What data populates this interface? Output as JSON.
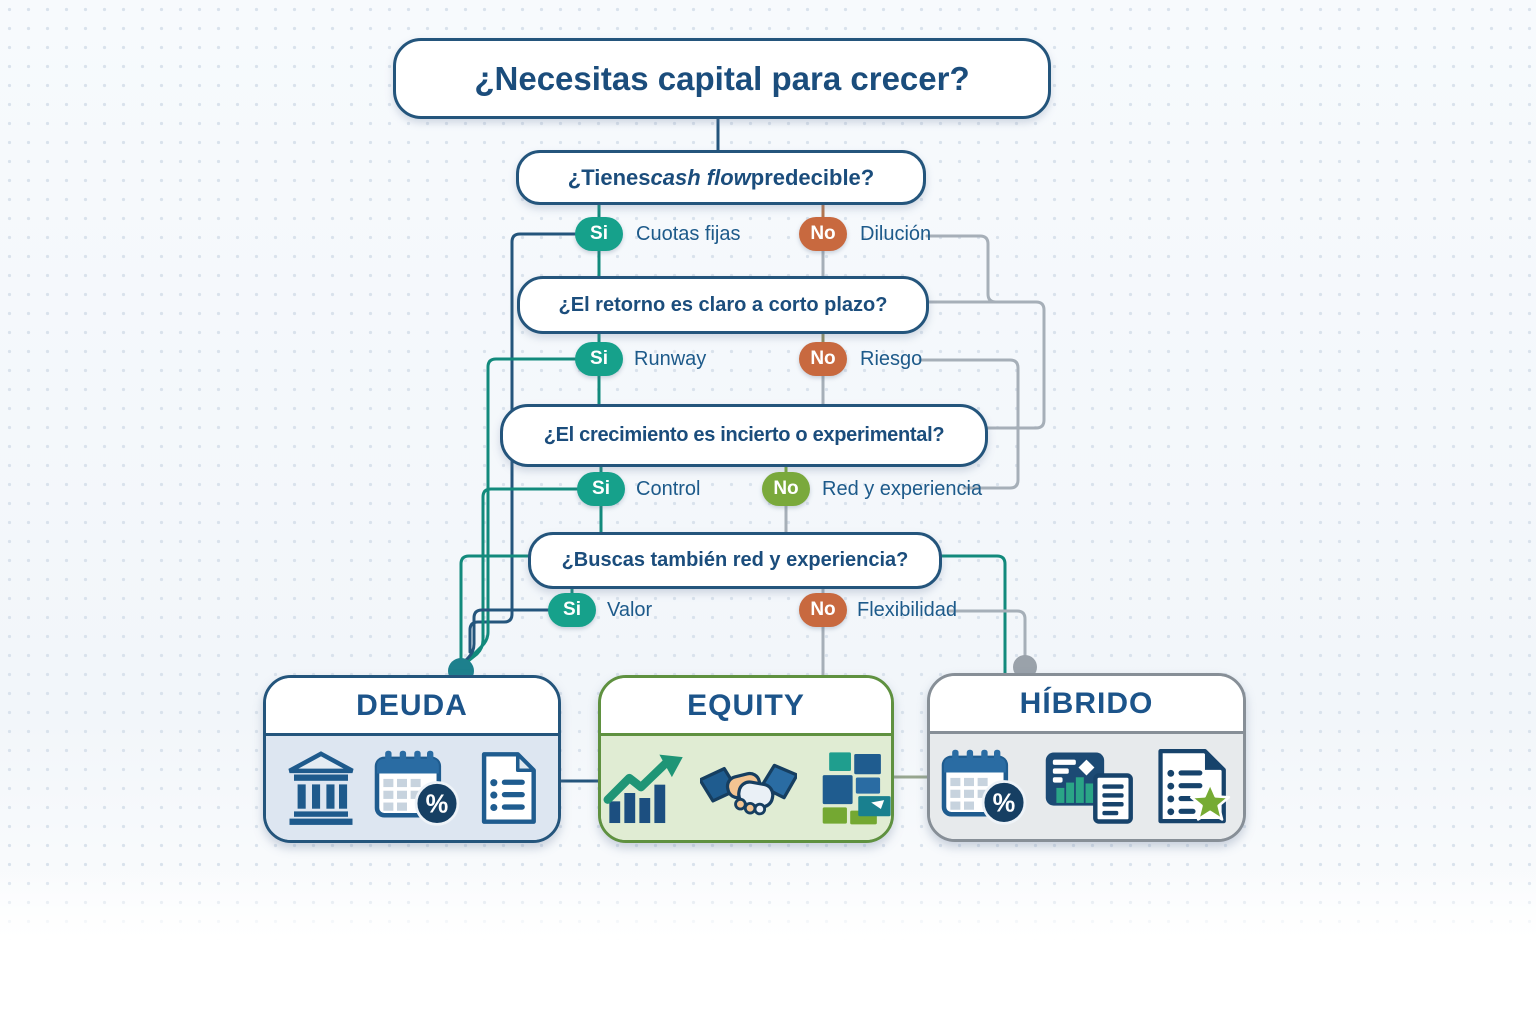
{
  "flowchart": {
    "questions": [
      {
        "text": "¿Necesitas capital para crecer?"
      },
      {
        "prefix": "¿Tienes ",
        "italic": "cash flow",
        "suffix": " predecible?"
      },
      {
        "text": "¿El retorno es claro a corto plazo?"
      },
      {
        "text": "¿El crecimiento es incierto o experimental?"
      },
      {
        "text": "¿Buscas también red y experiencia?"
      }
    ],
    "branches": [
      {
        "yes": {
          "label": "Si",
          "tag": "Cuotas fijas"
        },
        "no": {
          "label": "No",
          "tag": "Dilución"
        }
      },
      {
        "yes": {
          "label": "Si",
          "tag": "Runway"
        },
        "no": {
          "label": "No",
          "tag": "Riesgo"
        }
      },
      {
        "yes": {
          "label": "Si",
          "tag": "Control"
        },
        "no": {
          "label": "No",
          "tag": "Red y experiencia"
        }
      },
      {
        "yes": {
          "label": "Si",
          "tag": "Valor"
        },
        "no": {
          "label": "No",
          "tag": "Flexibilidad"
        }
      }
    ],
    "outcomes": [
      {
        "title": "DEUDA",
        "icons": [
          "bank-icon",
          "calendar-percent-icon",
          "checklist-icon"
        ]
      },
      {
        "title": "EQUITY",
        "icons": [
          "growth-chart-icon",
          "handshake-icon",
          "building-blocks-icon"
        ]
      },
      {
        "title": "HÍBRIDO",
        "icons": [
          "calendar-percent-icon",
          "chart-document-icon",
          "checklist-star-icon"
        ]
      }
    ],
    "colors": {
      "navy": "#24557c",
      "question_text": "#1b4d7c",
      "yes_pill": "#16a18b",
      "no_pill_orange": "#c8693f",
      "no_pill_green": "#7aa93c",
      "wire_gray": "#a6afb8",
      "wire_teal": "#128a7c",
      "deuda_body": "#dde6f1",
      "equity_body": "#e0ecd3",
      "equity_border": "#5f9140",
      "hibrido_body": "#e7eaec",
      "hibrido_border": "#878f97"
    }
  }
}
